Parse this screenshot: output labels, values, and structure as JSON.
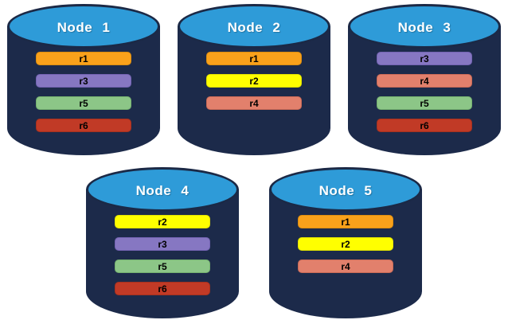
{
  "palette": {
    "cylinder_body": "#1C2A4A",
    "cylinder_top_fill": "#2E9BD8",
    "cylinder_outline": "#1B2946",
    "node_label_color": "#FFFFFF",
    "bar_label_color": "#000000"
  },
  "nodes": [
    {
      "label": "Node 1",
      "row": 1,
      "bars": [
        {
          "label": "r1",
          "fill": "#F9A11B",
          "border": "#DD8E10"
        },
        {
          "label": "r3",
          "fill": "#8677C2",
          "border": "#7363B2"
        },
        {
          "label": "r5",
          "fill": "#8CC687",
          "border": "#74B06F"
        },
        {
          "label": "r6",
          "fill": "#C13A26",
          "border": "#A5311F"
        }
      ]
    },
    {
      "label": "Node 2",
      "row": 1,
      "bars": [
        {
          "label": "r1",
          "fill": "#F9A11B",
          "border": "#DD8E10"
        },
        {
          "label": "r2",
          "fill": "#FFFF00",
          "border": "#E2E200"
        },
        {
          "label": "r4",
          "fill": "#E2806C",
          "border": "#C96A57"
        }
      ]
    },
    {
      "label": "Node 3",
      "row": 1,
      "bars": [
        {
          "label": "r3",
          "fill": "#8677C2",
          "border": "#7363B2"
        },
        {
          "label": "r4",
          "fill": "#E2806C",
          "border": "#C96A57"
        },
        {
          "label": "r5",
          "fill": "#8CC687",
          "border": "#74B06F"
        },
        {
          "label": "r6",
          "fill": "#C13A26",
          "border": "#A5311F"
        }
      ]
    },
    {
      "label": "Node 4",
      "row": 2,
      "bars": [
        {
          "label": "r2",
          "fill": "#FFFF00",
          "border": "#E2E200"
        },
        {
          "label": "r3",
          "fill": "#8677C2",
          "border": "#7363B2"
        },
        {
          "label": "r5",
          "fill": "#8CC687",
          "border": "#74B06F"
        },
        {
          "label": "r6",
          "fill": "#C13A26",
          "border": "#A5311F"
        }
      ]
    },
    {
      "label": "Node 5",
      "row": 2,
      "bars": [
        {
          "label": "r1",
          "fill": "#F9A11B",
          "border": "#DD8E10"
        },
        {
          "label": "r2",
          "fill": "#FFFF00",
          "border": "#E2E200"
        },
        {
          "label": "r4",
          "fill": "#E2806C",
          "border": "#C96A57"
        }
      ]
    }
  ]
}
